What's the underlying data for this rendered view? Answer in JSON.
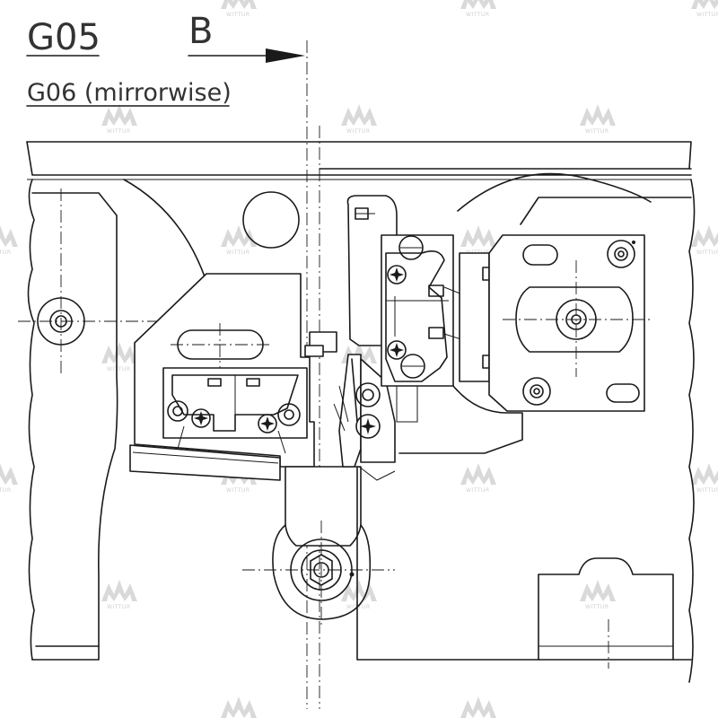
{
  "labels": {
    "variant_primary": "G05",
    "view_marker": "B",
    "variant_secondary": "G06 (mirrorwise)"
  },
  "watermark": {
    "text": "WITTUR"
  },
  "colors": {
    "line": "#1a1a1a",
    "label": "#333333",
    "watermark": "#d9d9d9",
    "background": "#ffffff"
  }
}
